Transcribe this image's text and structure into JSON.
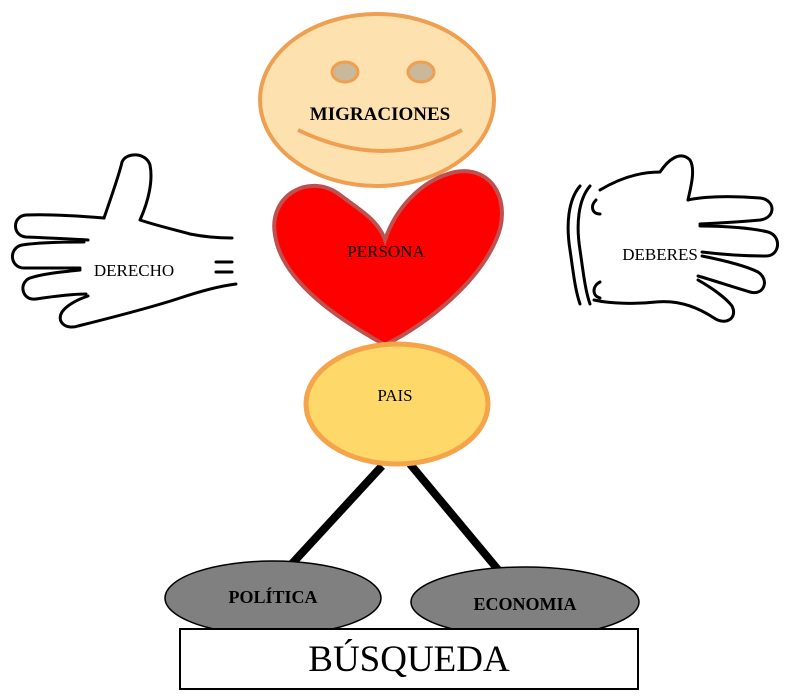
{
  "diagram": {
    "smiley_label": "MIGRACIONES",
    "heart_label": "PERSONA",
    "left_hand_label": "DERECHO",
    "right_hand_label": "DEBERES",
    "country_label": "PAIS",
    "left_branch_label": "POLÍTICA",
    "right_branch_label": "ECONOMIA",
    "base_label": "BÚSQUEDA"
  },
  "colors": {
    "smiley_fill": "#fde2b0",
    "smiley_stroke": "#ef9f4f",
    "heart_fill": "#ff0000",
    "heart_stroke": "#c0504d",
    "country_fill": "#fed96a",
    "country_stroke": "#f5a44a",
    "branch_fill": "#808080",
    "connector": "#000000"
  }
}
